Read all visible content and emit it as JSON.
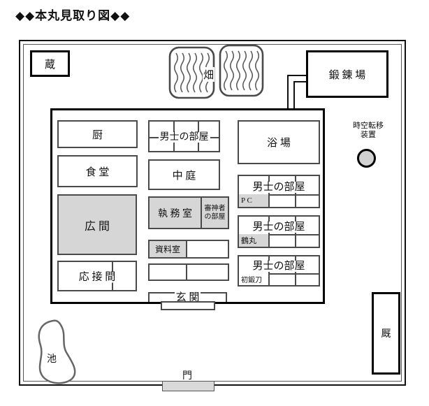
{
  "title": "◆◆本丸見取り図◆◆",
  "compound": {
    "storehouse": "蔵",
    "field": "畑",
    "forge": "鍛 錬 場",
    "transfer_device": {
      "line1": "時空転移",
      "line2": "装置"
    },
    "pond": "池",
    "gate": "門",
    "stable": "厩"
  },
  "building": {
    "kitchen": "厨",
    "dining": "食 堂",
    "hall": "広 間",
    "reception": "応 接 間",
    "mens_room": "男士の部屋",
    "courtyard": "中 庭",
    "office": "執 務 室",
    "saniwa_room_line1": "審神者",
    "saniwa_room_line2": "の部屋",
    "archive": "資料室",
    "entrance": "玄 関",
    "bath": "浴 場",
    "occupants": {
      "pc": "P C",
      "tsurumaru": "鶴丸",
      "first_sword": "初鍛刀"
    }
  },
  "colors": {
    "room_gray": "#d6d6d6",
    "device_gray": "#d2d2d2",
    "line_dark": "#4a4a4a",
    "black": "#000000"
  }
}
